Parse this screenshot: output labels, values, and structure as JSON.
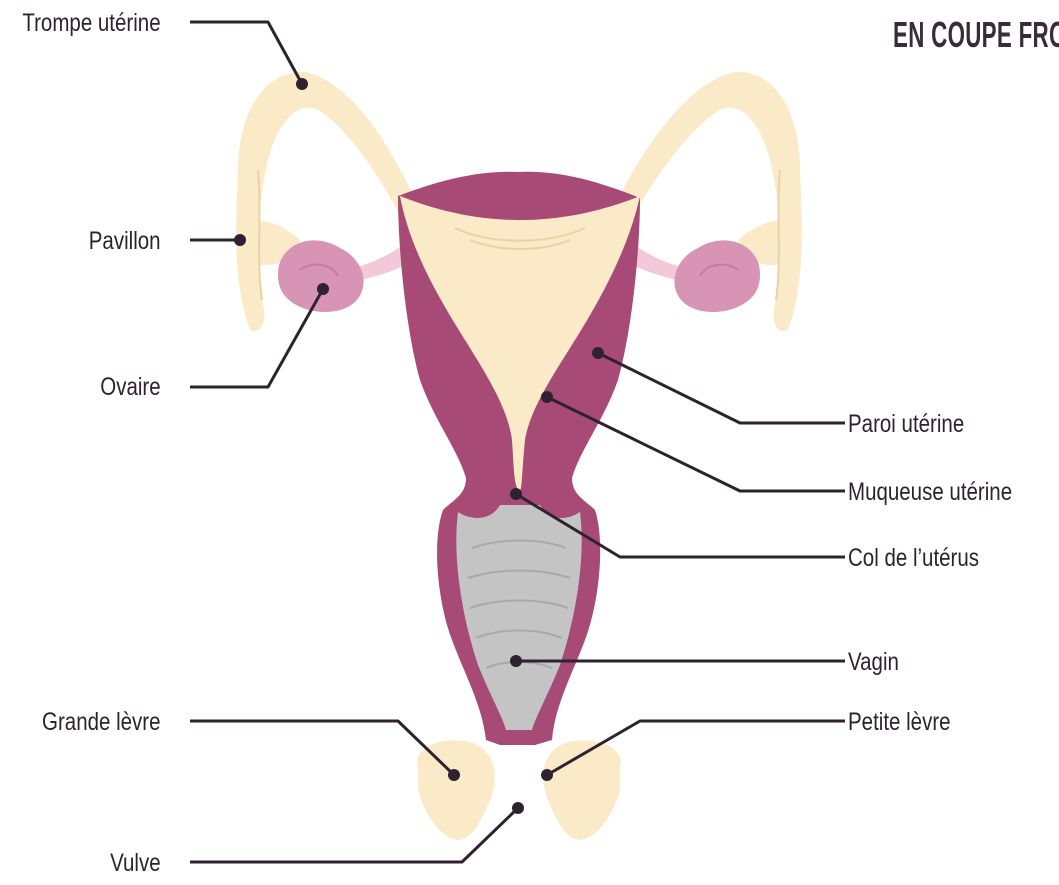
{
  "title": "EN COUPE FRO",
  "labels": {
    "trompe": "Trompe utérine",
    "pavillon": "Pavillon",
    "ovaire": "Ovaire",
    "grande_levre": "Grande lèvre",
    "vulve": "Vulve",
    "paroi": "Paroi utérine",
    "muqueuse": "Muqueuse utérine",
    "col": "Col de l’utérus",
    "vagin": "Vagin",
    "petite_levre": "Petite lèvre"
  },
  "colors": {
    "wall": "#a84a76",
    "mucosa": "#fbeac7",
    "ovary": "#d794b4",
    "vagina": "#c4c4c4",
    "line": "#2f2230"
  }
}
